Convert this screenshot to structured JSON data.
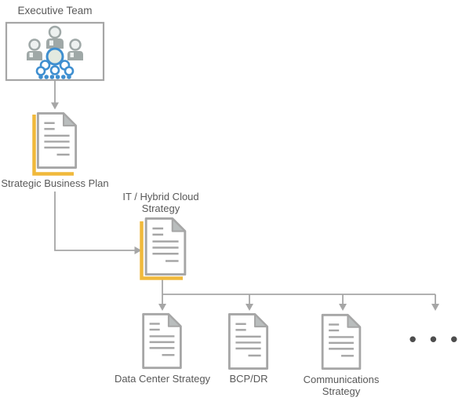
{
  "diagram": {
    "title": "Executive Team",
    "colors": {
      "line_gray": "#A6A6A6",
      "fold_gray": "#B9BDBD",
      "accent_yellow": "#F0B93B",
      "icon_blue": "#3F8FD0",
      "icon_gray": "#9FA8A7",
      "text": "#595959",
      "ellipsis_dots": "#4D4D4D",
      "background": "#FFFFFF"
    },
    "nodes": {
      "executive_team": {
        "label": "Executive Team",
        "icon": "team-icon",
        "shape": "box"
      },
      "strategic_business_plan": {
        "label": "Strategic Business Plan",
        "icon": "document-icon",
        "accent": "#F0B93B"
      },
      "it_hybrid_cloud_strategy": {
        "label": "IT / Hybrid Cloud Strategy",
        "icon": "document-icon",
        "accent": "#F0B93B"
      },
      "data_center_strategy": {
        "label": "Data Center Strategy",
        "icon": "document-icon",
        "accent": null
      },
      "bcp_dr": {
        "label": "BCP/DR",
        "icon": "document-icon",
        "accent": null
      },
      "communications_strategy": {
        "label": "Communications Strategy",
        "icon": "document-icon",
        "accent": null
      },
      "more": {
        "label": "• • •",
        "icon": "ellipsis-icon"
      }
    },
    "edges": [
      {
        "from": "executive_team",
        "to": "strategic_business_plan"
      },
      {
        "from": "strategic_business_plan",
        "to": "it_hybrid_cloud_strategy"
      },
      {
        "from": "it_hybrid_cloud_strategy",
        "to": "data_center_strategy"
      },
      {
        "from": "it_hybrid_cloud_strategy",
        "to": "bcp_dr"
      },
      {
        "from": "it_hybrid_cloud_strategy",
        "to": "communications_strategy"
      },
      {
        "from": "it_hybrid_cloud_strategy",
        "to": "more"
      }
    ]
  }
}
